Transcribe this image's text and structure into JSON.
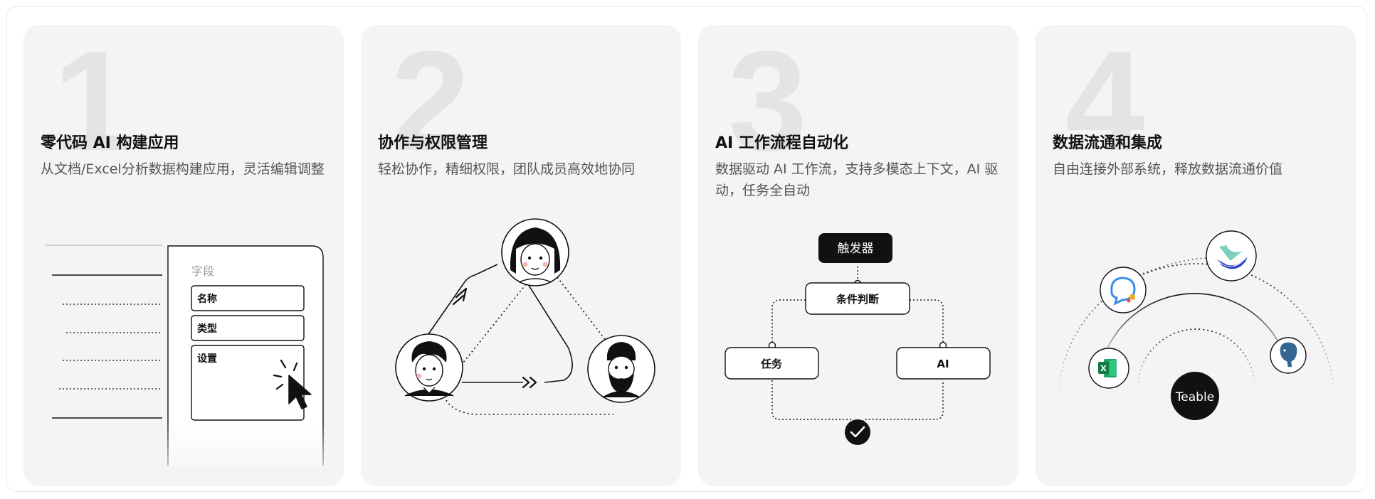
{
  "cards": [
    {
      "number": "1",
      "title": "零代码 AI 构建应用",
      "description": "从文档/Excel分析数据构建应用，灵活编辑调整",
      "panel": {
        "heading": "字段",
        "fields": [
          "名称",
          "类型",
          "设置"
        ]
      }
    },
    {
      "number": "2",
      "title": "协作与权限管理",
      "description": "轻松协作，精细权限，团队成员高效地协同"
    },
    {
      "number": "3",
      "title": "AI 工作流程自动化",
      "description": "数据驱动 AI 工作流，支持多模态上下文，AI 驱动，任务全自动",
      "flow": {
        "trigger": "触发器",
        "condition": "条件判断",
        "left": "任务",
        "right": "AI"
      }
    },
    {
      "number": "4",
      "title": "数据流通和集成",
      "description": "自由连接外部系统，释放数据流通价值",
      "hub": {
        "center": "Teable"
      }
    }
  ]
}
